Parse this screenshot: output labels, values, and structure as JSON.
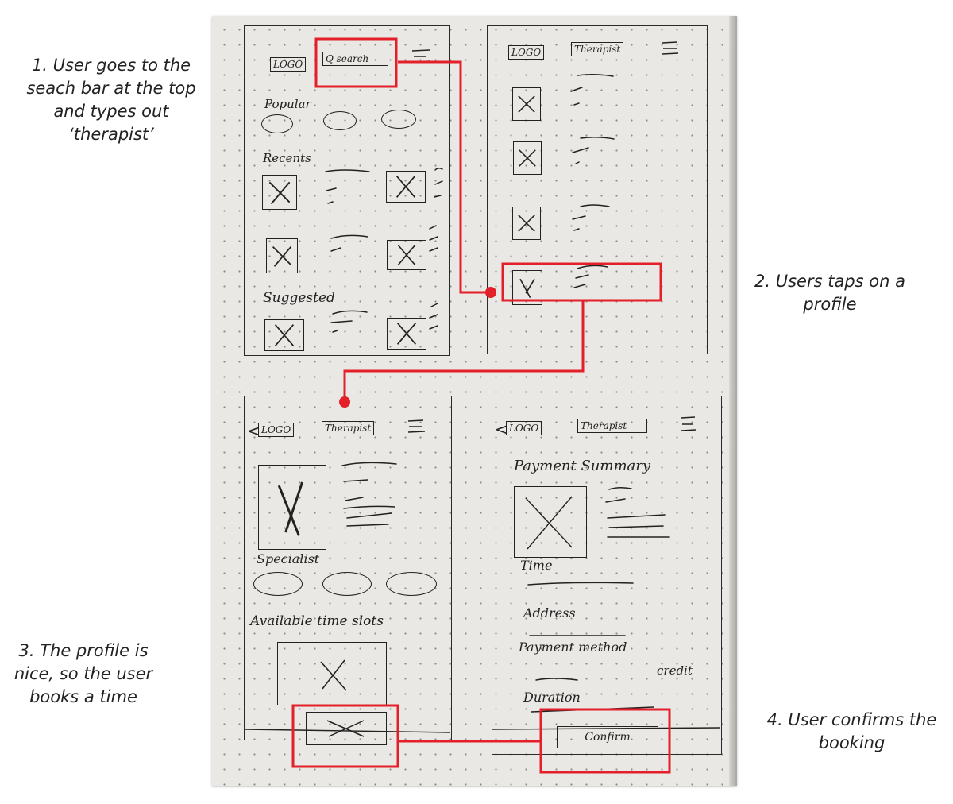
{
  "annotations": {
    "step1": "1. User goes to the seach bar at the top and types out ‘therapist’",
    "step2": "2. Users taps on a profile",
    "step3": "3. The profile is nice, so the user books a time",
    "step4": "4. User confirms the booking"
  },
  "sketch": {
    "screen1": {
      "logo": "LOGO",
      "search": "Q search",
      "sections": [
        "Popular",
        "Recents",
        "Suggested"
      ]
    },
    "screen2": {
      "logo": "LOGO",
      "search": "Therapist"
    },
    "screen3": {
      "back": "<",
      "logo": "LOGO",
      "search": "Therapist",
      "specialist": "Specialist",
      "slots": "Available time slots"
    },
    "screen4": {
      "back": "<",
      "logo": "LOGO",
      "search": "Therapist",
      "title": "Payment Summary",
      "fields": [
        "Time",
        "Address",
        "Payment method",
        "Duration"
      ],
      "credit": "credit",
      "confirm": "Confirm"
    }
  },
  "colors": {
    "highlight": "#e3202a",
    "paper": "#e9e8e4",
    "ink": "#222222"
  }
}
